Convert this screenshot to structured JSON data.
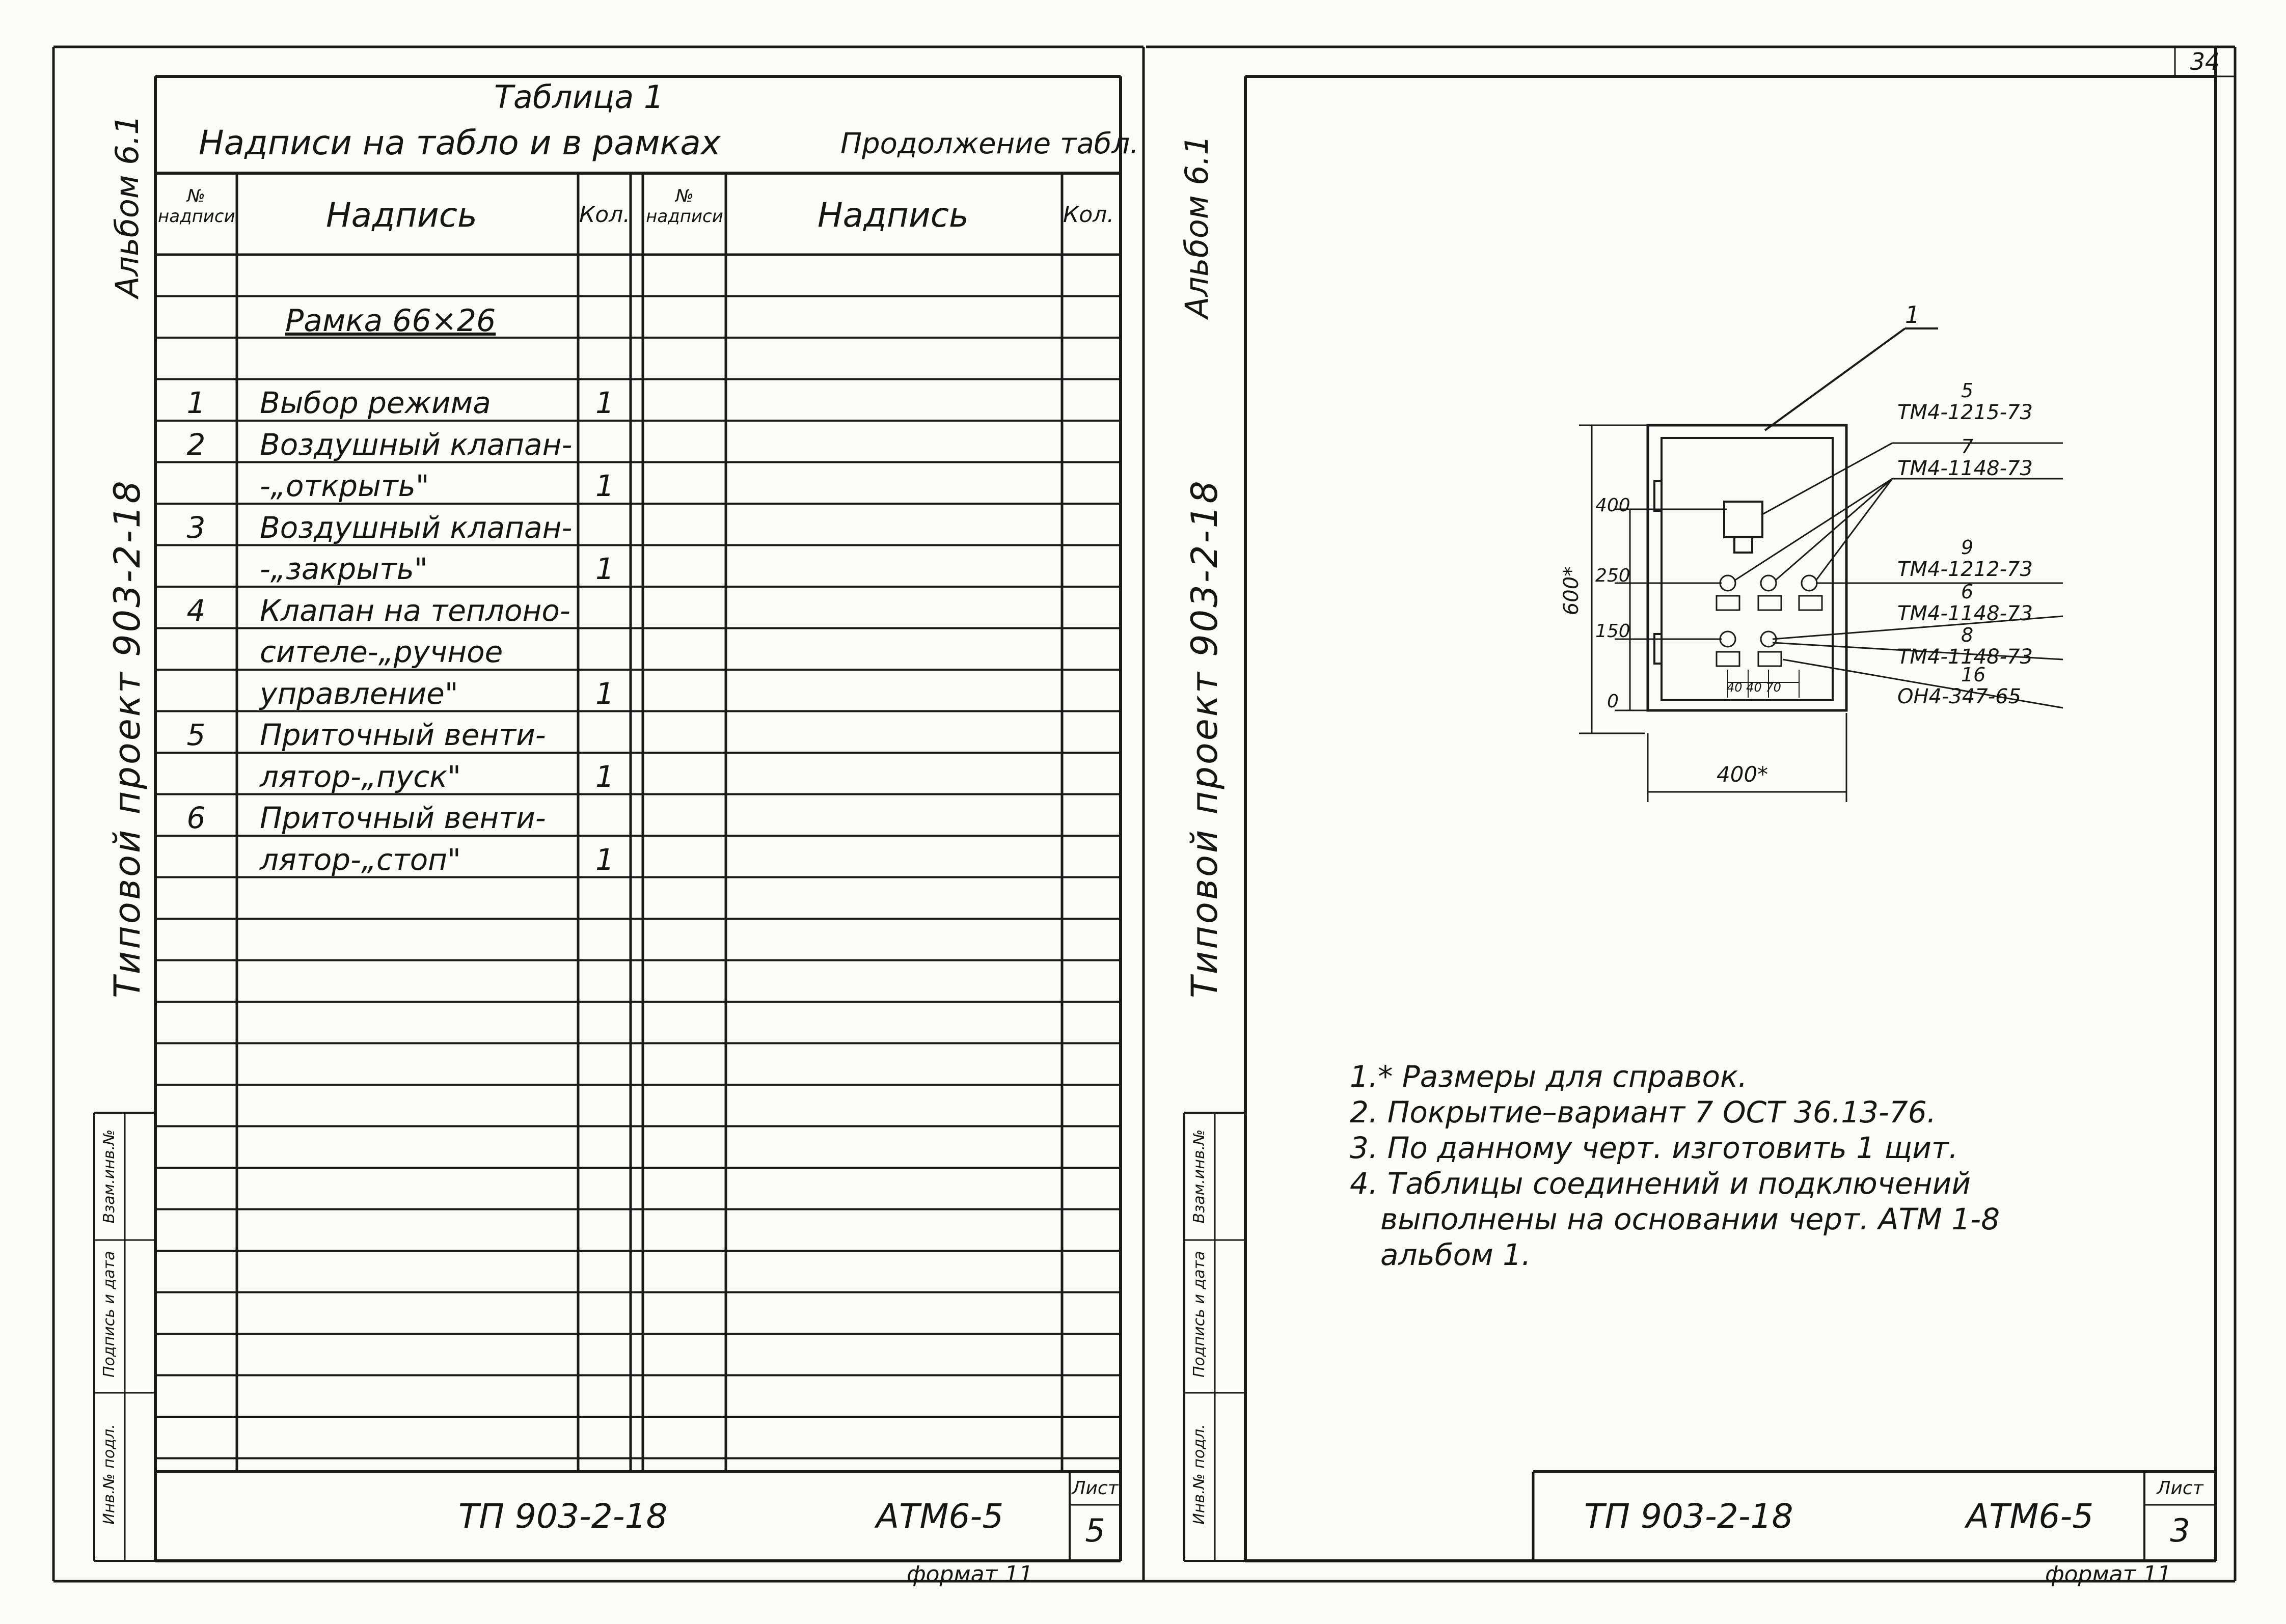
{
  "left_sheet": {
    "side_label_album": "Альбом 6.1",
    "side_label_project": "Типовой проект 903-2-18",
    "table_title": "Таблица 1",
    "table_subtitle": "Надписи на табло и в рамках",
    "continuation": "Продолжение табл.",
    "headers": {
      "num": "№ надписи",
      "label": "Надпись",
      "qty": "Кол."
    },
    "frame_caption": "Рамка 66×26",
    "rows": [
      {
        "num": "1",
        "text": "Выбор режима",
        "qty": "1"
      },
      {
        "num": "2",
        "text": "Воздушный клапан-",
        "qty": ""
      },
      {
        "num": "",
        "text": "-„открыть\"",
        "qty": "1"
      },
      {
        "num": "3",
        "text": "Воздушный клапан-",
        "qty": ""
      },
      {
        "num": "",
        "text": "-„закрыть\"",
        "qty": "1"
      },
      {
        "num": "4",
        "text": "Клапан на теплоно-",
        "qty": ""
      },
      {
        "num": "",
        "text": "сителе-„ручное",
        "qty": ""
      },
      {
        "num": "",
        "text": "управление\"",
        "qty": "1"
      },
      {
        "num": "5",
        "text": "Приточный венти-",
        "qty": ""
      },
      {
        "num": "",
        "text": "лятор-„пуск\"",
        "qty": "1"
      },
      {
        "num": "6",
        "text": "Приточный венти-",
        "qty": ""
      },
      {
        "num": "",
        "text": "лятор-„стоп\"",
        "qty": "1"
      }
    ],
    "side_stamps": [
      "Инв.№ подл.",
      "Подпись и дата",
      "Взам.инв.№"
    ],
    "title_block": {
      "code": "ТП 903-2-18",
      "doc": "АТМ6-5",
      "sheet_label": "Лист",
      "sheet_no": "5"
    },
    "format": "формат 11"
  },
  "right_sheet": {
    "corner_number": "34",
    "side_label_album": "Альбом 6.1",
    "side_label_project": "Типовой проект 903-2-18",
    "side_stamps": [
      "Инв.№ подл.",
      "Подпись и дата",
      "Взам.инв.№"
    ],
    "drawing": {
      "callout_main": "1",
      "dim_vertical_total": "600*",
      "dim_horizontal_total": "400*",
      "level_labels": [
        "400",
        "250",
        "150",
        "0"
      ],
      "inner_dims": "40 40 70",
      "callouts": [
        {
          "pos": "5",
          "ref": "ТМ4-1215-73"
        },
        {
          "pos": "7",
          "ref": "ТМ4-1148-73"
        },
        {
          "pos": "9",
          "ref": "ТМ4-1212-73"
        },
        {
          "pos": "6",
          "ref": "ТМ4-1148-73"
        },
        {
          "pos": "8",
          "ref": "ТМ4-1148-73"
        },
        {
          "pos": "16",
          "ref": "ОН4-347-65"
        }
      ]
    },
    "notes": [
      "1.* Размеры для справок.",
      "2. Покрытие–вариант 7 ОСТ 36.13-76.",
      "3. По данному черт. изготовить 1 щит.",
      "4. Таблицы соединений и подключений",
      "выполнены на основании черт. АТМ 1-8",
      "альбом 1."
    ],
    "title_block": {
      "code": "ТП 903-2-18",
      "doc": "АТМ6-5",
      "sheet_label": "Лист",
      "sheet_no": "3"
    },
    "format": "формат 11"
  }
}
